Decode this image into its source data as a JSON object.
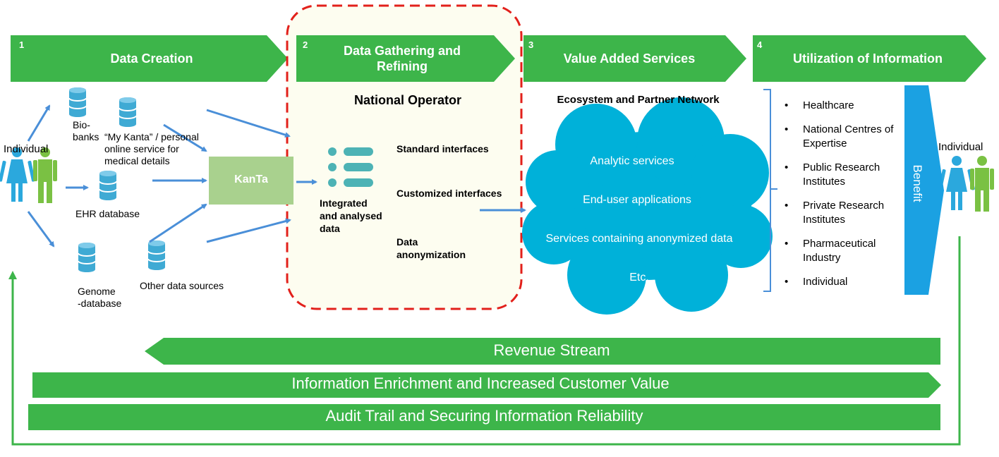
{
  "stages": [
    {
      "number": "1",
      "title": "Data Creation"
    },
    {
      "number": "2",
      "title": "Data Gathering and Refining"
    },
    {
      "number": "3",
      "title": "Value Added Services"
    },
    {
      "number": "4",
      "title": "Utilization of Information"
    }
  ],
  "sources": {
    "individual_left": "Individual",
    "biobanks": "Bio-\nbanks",
    "my_kanta": "“My Kanta” / personal online service for medical details",
    "ehr": "EHR database",
    "genome": "Genome\n-database",
    "other": "Other data sources"
  },
  "kanta": "KanTa",
  "operator": {
    "title": "National Operator",
    "integrated": "Integrated and analysed data",
    "standard": "Standard interfaces",
    "customized": "Customized interfaces",
    "anonymization": "Data anonymization"
  },
  "ecosystem": {
    "title": "Ecosystem and Partner Network",
    "items": [
      "Analytic services",
      "End-user applications",
      "Services containing anonymized data",
      "Etc."
    ]
  },
  "utilization": {
    "items": [
      "Healthcare",
      "National Centres of Expertise",
      "Public Research Institutes",
      "Private Research Institutes",
      "Pharmaceutical Industry",
      "Individual"
    ],
    "benefit": "Benefit",
    "individual_right": "Individual"
  },
  "bands": {
    "revenue": "Revenue Stream",
    "enrichment": "Information Enrichment and Increased Customer Value",
    "audit": "Audit Trail and Securing Information Reliability"
  },
  "colors": {
    "green": "#3DB54A",
    "cloud": "#00B1D9",
    "arrow_blue": "#4A8FD8",
    "benefit_blue": "#1BA1E2",
    "kanta_box": "#A9D18E",
    "dashed_red": "#E2201B",
    "operator_fill": "#FDFDF0",
    "person_blue": "#2BA8DD",
    "person_green": "#7AC143"
  }
}
